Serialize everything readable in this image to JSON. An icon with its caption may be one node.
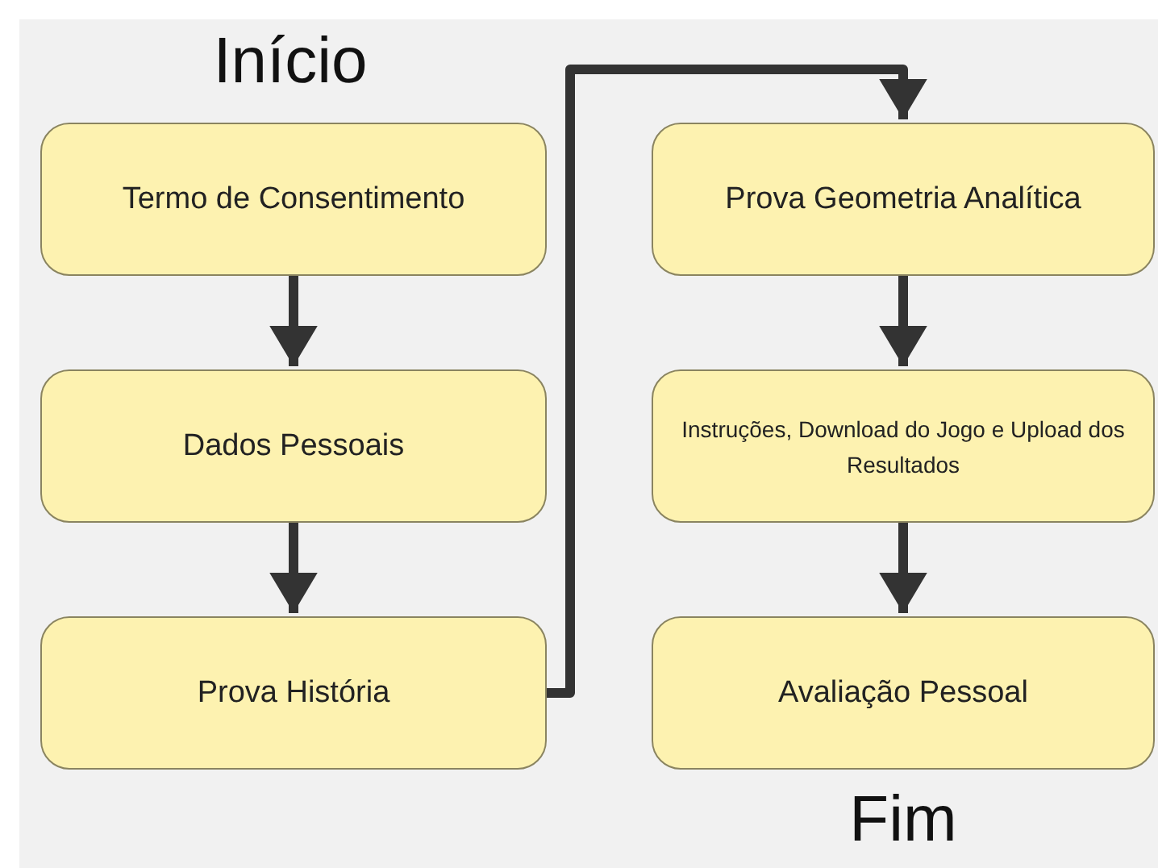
{
  "diagram": {
    "nodes": [
      {
        "text": [
          "Termo de Consentimento"
        ]
      },
      {
        "text": [
          "Dados Pessoais"
        ]
      },
      {
        "text": [
          "Prova História"
        ]
      },
      {
        "text": [
          "Prova Geometria Analítica"
        ]
      },
      {
        "text": [
          "Instruções, Download do Jogo e Upload dos Resultados"
        ]
      },
      {
        "text": [
          "Avaliação Pessoal"
        ]
      }
    ],
    "edges": [
      {
        "from": 0,
        "to": 1,
        "arrow": "to"
      },
      {
        "from": 1,
        "to": 2,
        "arrow": "to"
      },
      {
        "from": 2,
        "to": 3,
        "arrow": "to"
      },
      {
        "from": 3,
        "to": 4,
        "arrow": "to"
      },
      {
        "from": 4,
        "to": 5,
        "arrow": "to"
      }
    ],
    "labels": [
      "Início",
      "Fim"
    ]
  }
}
